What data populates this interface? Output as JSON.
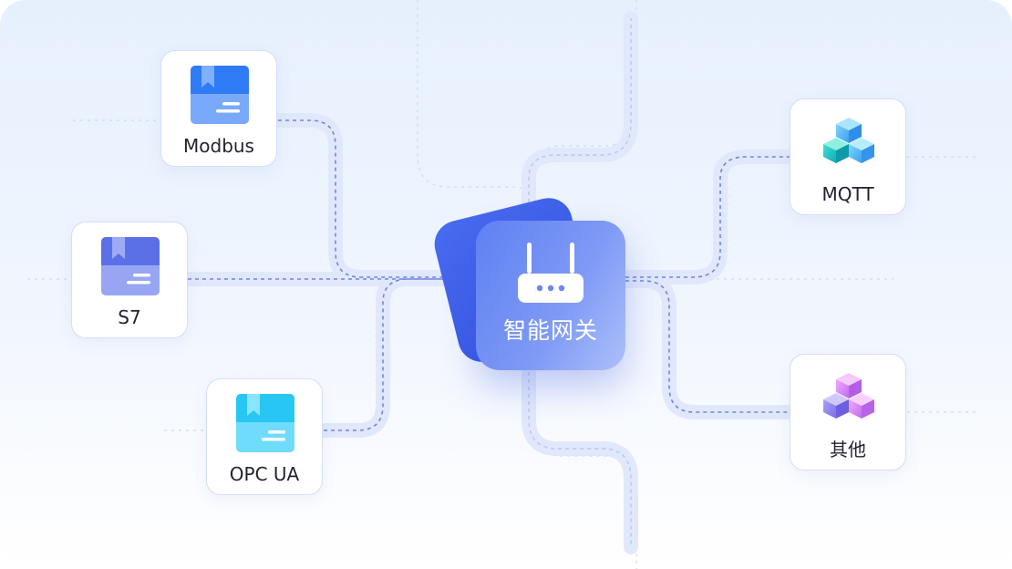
{
  "hub": {
    "label": "智能网关",
    "icon": "router-icon"
  },
  "protocols": {
    "modbus": {
      "label": "Modbus",
      "icon": "folder-icon",
      "color": "#2f7bf6"
    },
    "s7": {
      "label": "S7",
      "icon": "folder-icon",
      "color": "#5b70e6"
    },
    "opcua": {
      "label": "OPC UA",
      "icon": "folder-icon",
      "color": "#28c6f2"
    },
    "mqtt": {
      "label": "MQTT",
      "icon": "cubes-icon",
      "color": "#2fb7e6"
    },
    "other": {
      "label": "其他",
      "icon": "cubes-icon",
      "color": "#b66ae8"
    }
  },
  "colors": {
    "wire": "#6f86e0",
    "wire_glow": "#dfe6fb",
    "hub": "#4a6cf0"
  }
}
